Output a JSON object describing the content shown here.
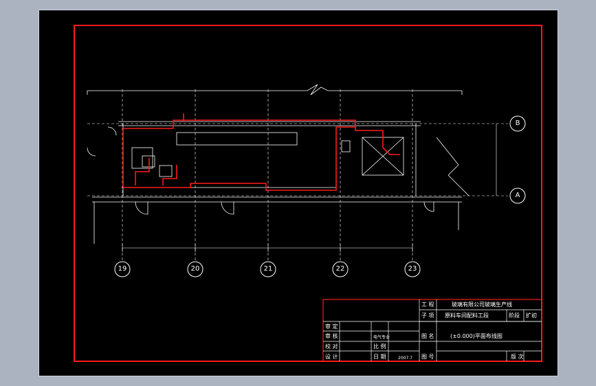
{
  "colors": {
    "frame": "#ff1a1a",
    "lines": "#ffffff",
    "background": "#000000"
  },
  "axes": {
    "vertical": [
      "19",
      "20",
      "21",
      "22",
      "23"
    ],
    "horizontal": [
      "B",
      "A"
    ]
  },
  "title_block": {
    "project_label": "工 程",
    "project_value": "玻璃有限公司玻璃生产线",
    "subitem_label": "子 项",
    "subitem_value": "原料车间配料工段",
    "stage_label": "阶段",
    "stage_value": "扩初",
    "drawing_name_label": "图 名",
    "drawing_name_value": "(±0.000)平面布线图",
    "drawing_no_label": "图 号",
    "version_label": "版 次",
    "review_label": "审 定",
    "check_label": "审 核",
    "proofread_label": "校 对",
    "design_label": "设 计",
    "scale_label": "比 例",
    "date_label": "日 期",
    "date_value": "2007.7",
    "designer_value": "电气专业"
  }
}
